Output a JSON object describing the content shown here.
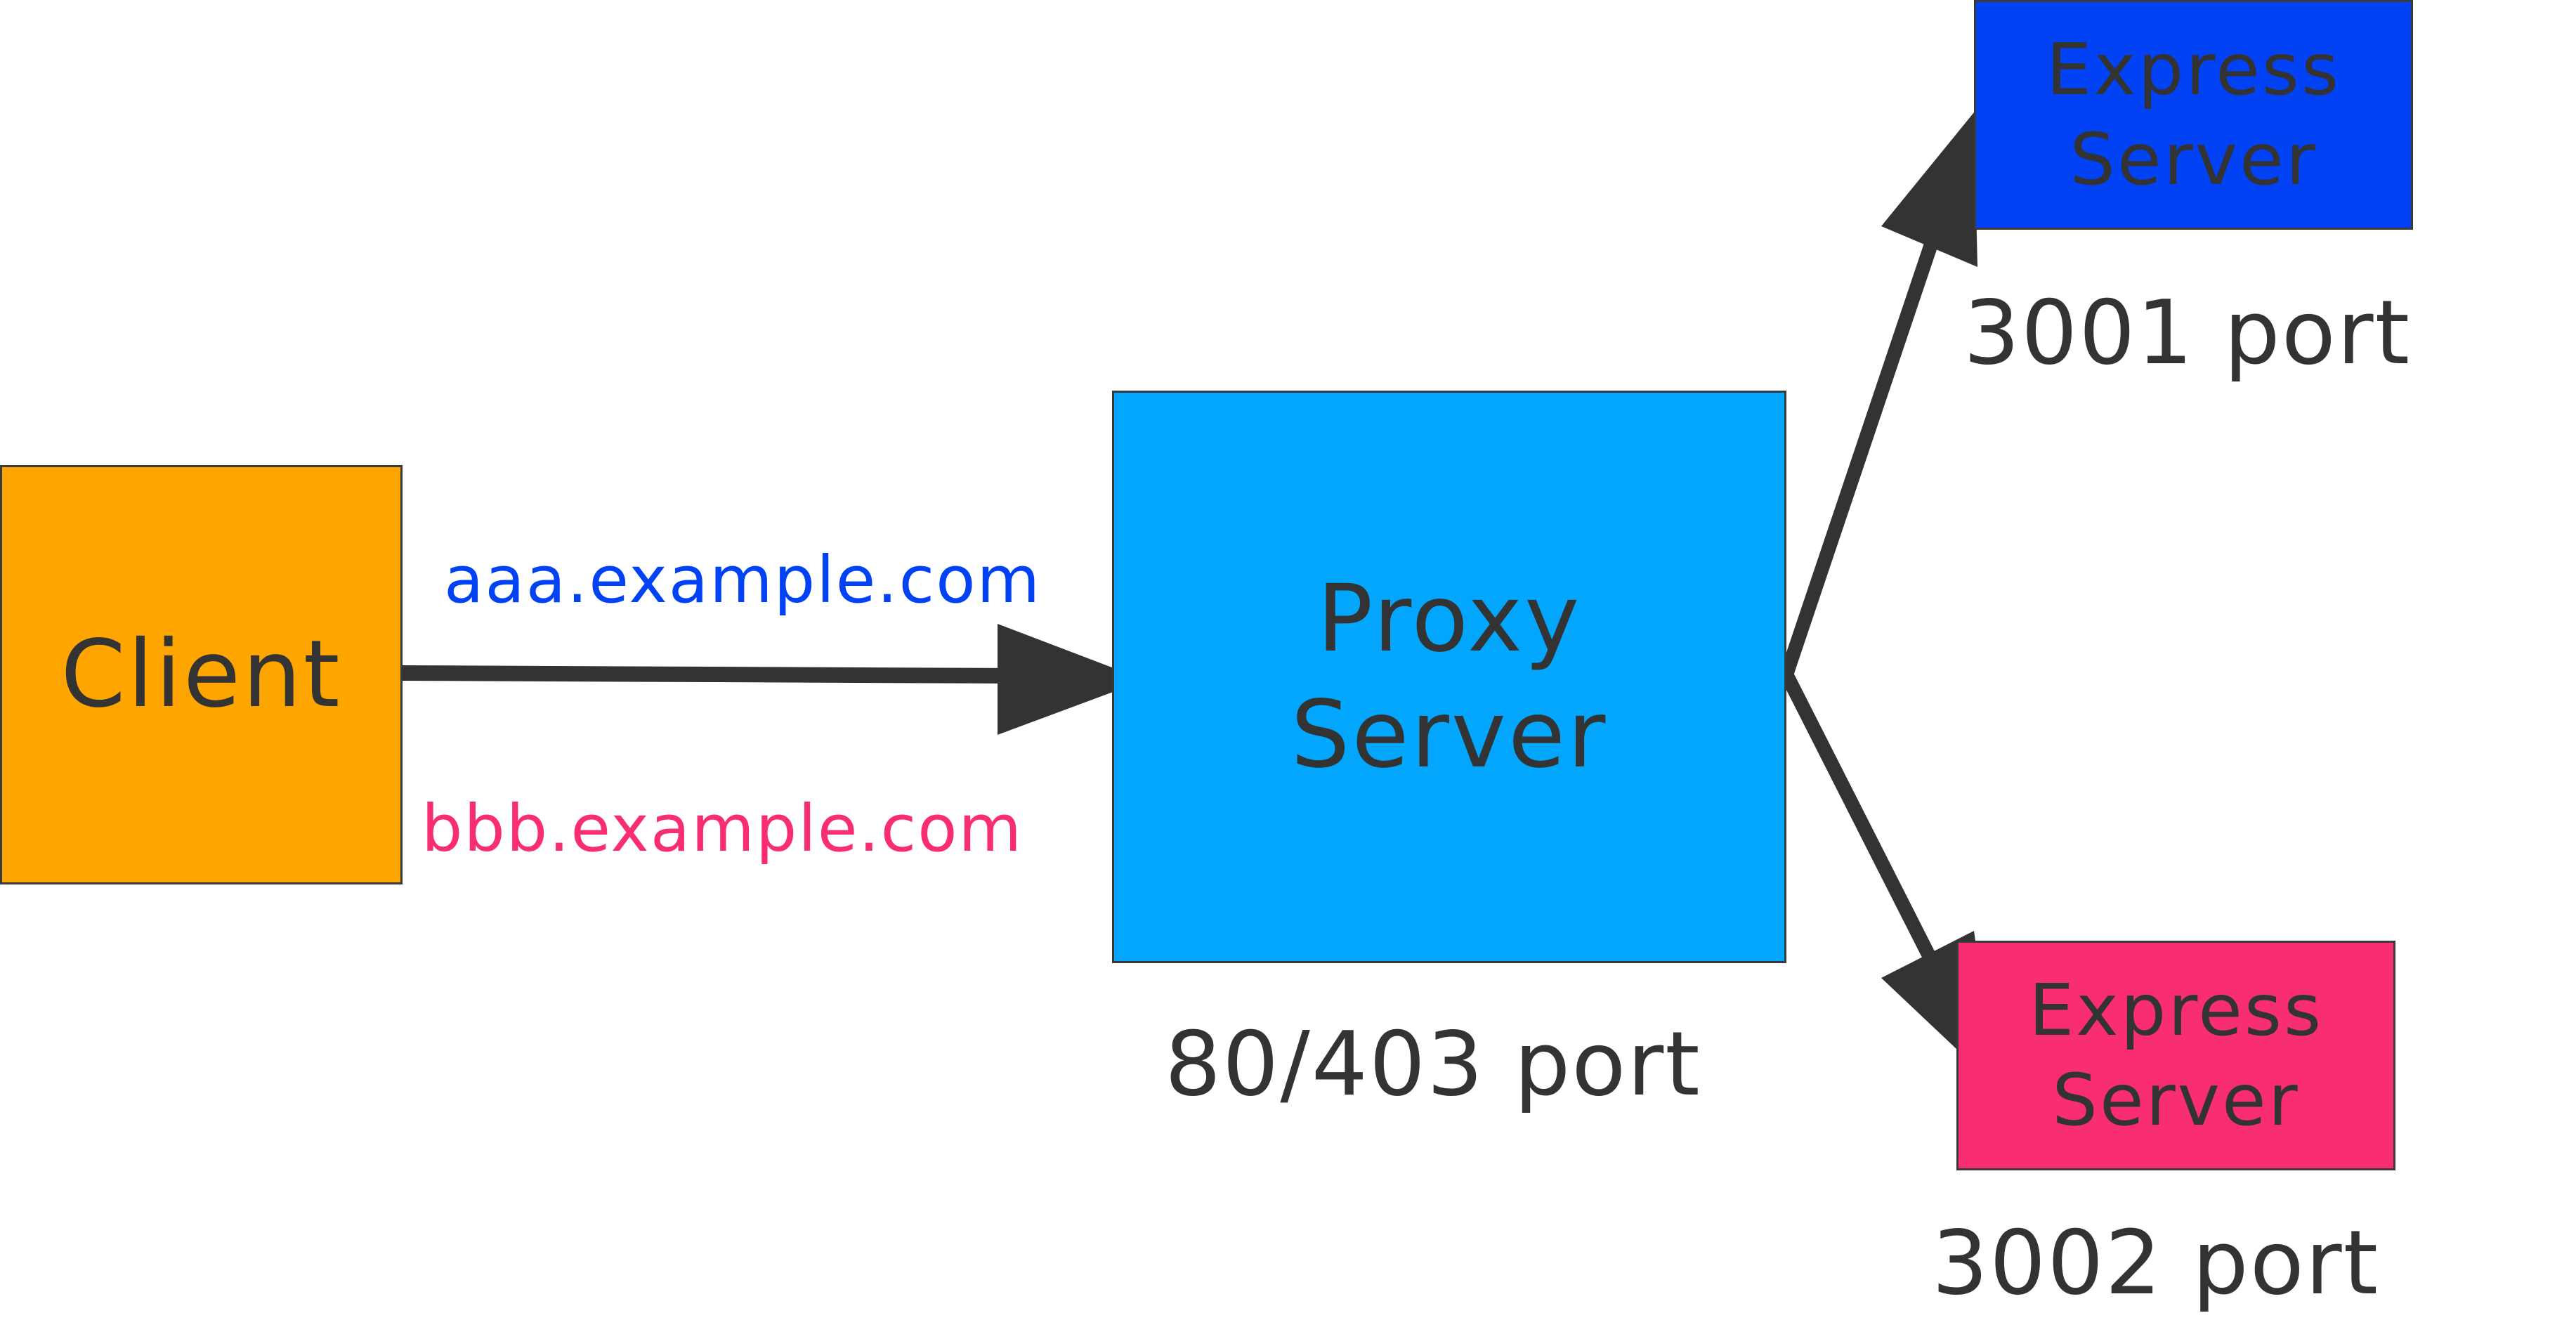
{
  "colors": {
    "client": "#FFA500",
    "proxy": "#03A6FD",
    "express_1": "#0142F5",
    "express_2": "#F92D73",
    "domain_aaa": "#0142F5",
    "domain_bbb": "#F92D73",
    "text": "#333333",
    "arrow": "#333333"
  },
  "nodes": {
    "client": {
      "label": "Client"
    },
    "proxy": {
      "label": "Proxy\nServer",
      "port": "80/403 port"
    },
    "express_1": {
      "label": "Express\nServer",
      "port": "3001 port"
    },
    "express_2": {
      "label": "Express\nServer",
      "port": "3002 port"
    }
  },
  "edges": {
    "client_to_proxy": {
      "label_top": "aaa.example.com",
      "label_bottom": "bbb.example.com"
    }
  }
}
